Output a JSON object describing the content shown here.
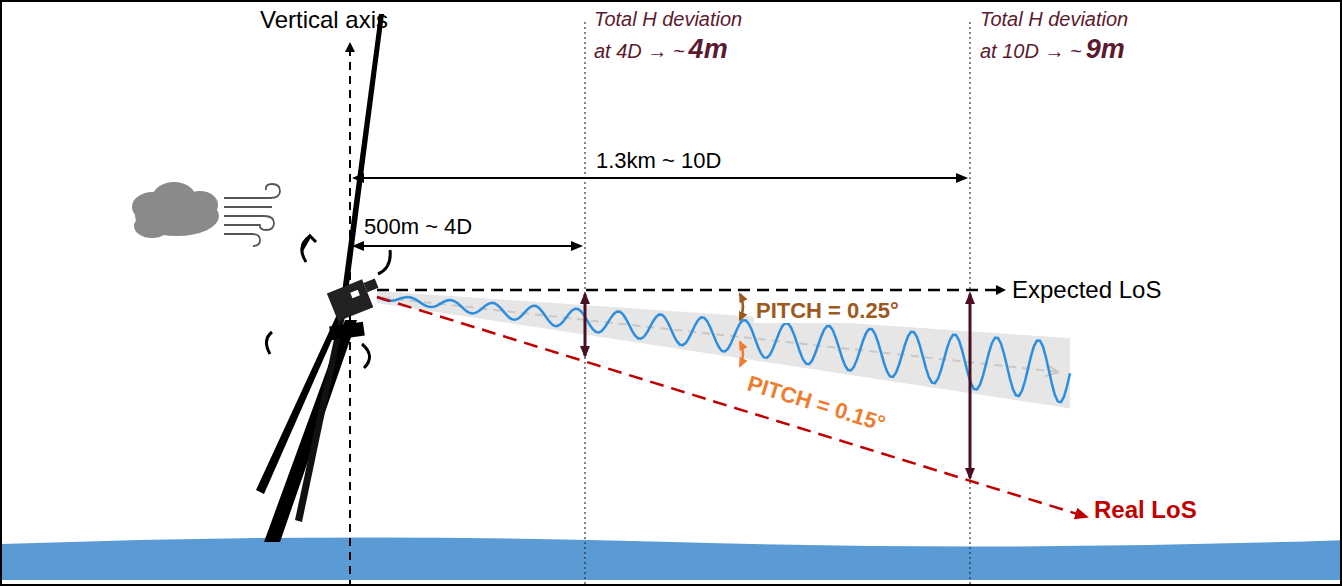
{
  "diagram": {
    "labels": [
      "Vertical axis",
      "Total H deviation at 4D → ~",
      "4m",
      "Total H deviation at 10D → ~",
      "9m",
      "1.3km ~ 10D",
      "500m ~ 4D",
      "PITCH = 0.25°",
      "PITCH = 0.15°",
      "Expected LoS",
      "Real LoS"
    ]
  }
}
